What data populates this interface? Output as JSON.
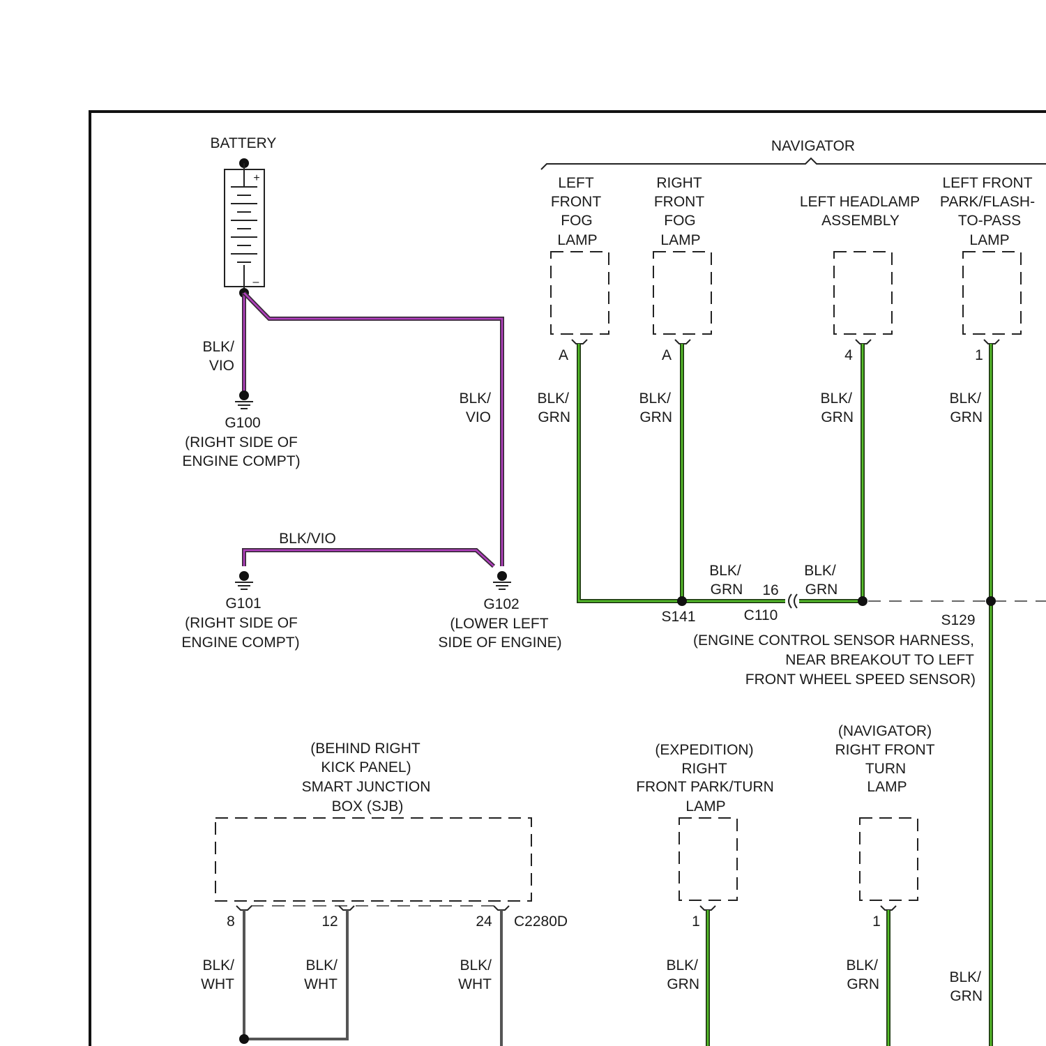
{
  "battery": {
    "title": "BATTERY",
    "plus": "+",
    "minus": "–"
  },
  "navigator_bracket": "NAVIGATOR",
  "components": {
    "left_fog": [
      "LEFT",
      "FRONT",
      "FOG",
      "LAMP"
    ],
    "right_fog": [
      "RIGHT",
      "FRONT",
      "FOG",
      "LAMP"
    ],
    "left_headlamp": [
      "LEFT HEADLAMP",
      "ASSEMBLY"
    ],
    "left_park": [
      "LEFT FRONT",
      "PARK/FLASH-",
      "TO-PASS",
      "LAMP"
    ],
    "sjb": [
      "(BEHIND RIGHT",
      "KICK PANEL)",
      "SMART JUNCTION",
      "BOX (SJB)"
    ],
    "exp_right_park": [
      "(EXPEDITION)",
      "RIGHT",
      "FRONT PARK/TURN",
      "LAMP"
    ],
    "nav_right_turn": [
      "(NAVIGATOR)",
      "RIGHT FRONT",
      "TURN",
      "LAMP"
    ]
  },
  "pins": {
    "left_fog": "A",
    "right_fog": "A",
    "left_headlamp": "4",
    "left_park": "1",
    "sjb_8": "8",
    "sjb_12": "12",
    "sjb_24": "24",
    "sjb_connector": "C2280D",
    "exp_right_park": "1",
    "nav_right_turn": "1",
    "c110_pin": "16"
  },
  "wire_colors": {
    "blk_vio": [
      "BLK/",
      "VIO"
    ],
    "blk_vio_inline": "BLK/VIO",
    "blk_grn": [
      "BLK/",
      "GRN"
    ],
    "blk_wht": [
      "BLK/",
      "WHT"
    ]
  },
  "grounds": {
    "g100": [
      "G100",
      "(RIGHT SIDE OF",
      "ENGINE COMPT)"
    ],
    "g101": [
      "G101",
      "(RIGHT SIDE OF",
      "ENGINE COMPT)"
    ],
    "g102": [
      "G102",
      "(LOWER LEFT",
      "SIDE OF ENGINE)"
    ]
  },
  "splices": {
    "s141": "S141",
    "c110": "C110",
    "s129": "S129",
    "location": [
      "(ENGINE CONTROL SENSOR HARNESS,",
      "NEAR BREAKOUT TO LEFT",
      "FRONT WHEEL SPEED SENSOR)"
    ]
  },
  "colors": {
    "violet": "#b23fbf",
    "green": "#56c12a",
    "white_wire": "#555555"
  }
}
